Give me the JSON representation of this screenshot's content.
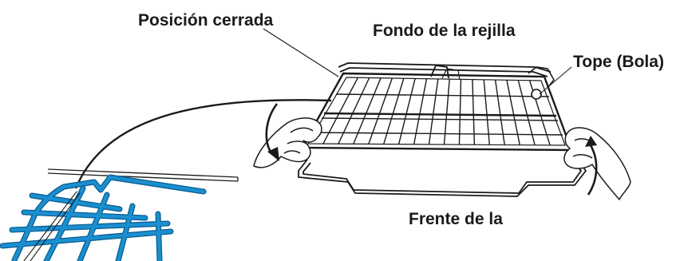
{
  "labels": {
    "closed_position": "Posición cerrada",
    "rack_back": "Fondo de la rejilla",
    "stop_ball": "Tope (Bola)",
    "front": "Frente de la"
  },
  "colors": {
    "line": "#1a1a1a",
    "detail_rack": "#1b8fd0",
    "detail_rack_outline": "#0a5f92"
  }
}
